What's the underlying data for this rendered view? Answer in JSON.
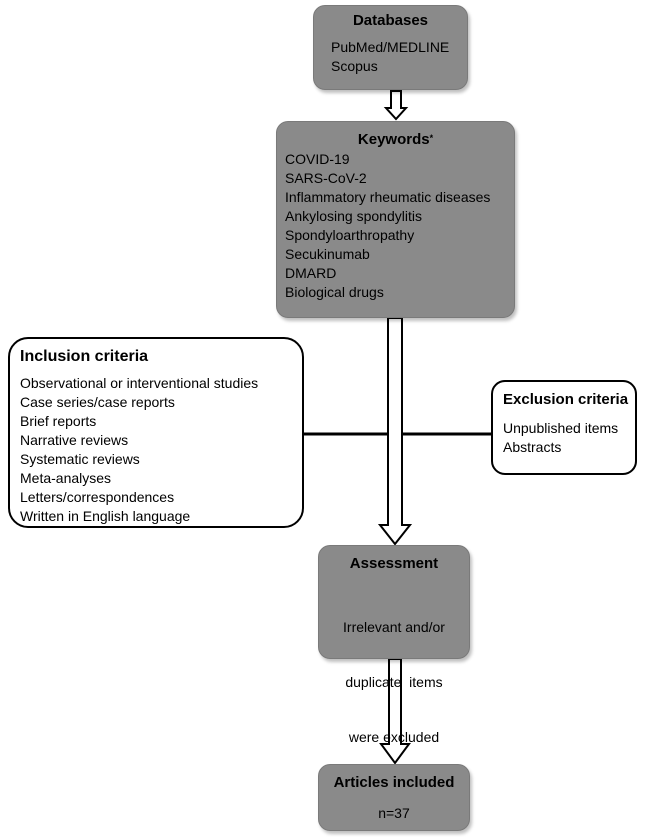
{
  "databases": {
    "title": "Databases",
    "items": [
      "PubMed/MEDLINE",
      "Scopus"
    ]
  },
  "keywords": {
    "title": "Keywords",
    "marker": "*",
    "items": [
      "COVID-19",
      "SARS-CoV-2",
      "Inflammatory rheumatic diseases",
      "Ankylosing spondylitis",
      "Spondyloarthropathy",
      "Secukinumab",
      "DMARD",
      "Biological drugs"
    ]
  },
  "inclusion": {
    "title": "Inclusion criteria",
    "items": [
      "Observational or interventional studies",
      "Case series/case reports",
      "Brief reports",
      "Narrative reviews",
      "Systematic reviews",
      "Meta-analyses",
      "Letters/correspondences",
      "Written in English language"
    ]
  },
  "exclusion": {
    "title": "Exclusion criteria",
    "items": [
      "Unpublished items",
      "Abstracts"
    ]
  },
  "assessment": {
    "title": "Assessment",
    "lines": [
      "Irrelevant and/or",
      "duplicate  items",
      "were excluded"
    ]
  },
  "articles": {
    "title": "Articles included",
    "count": "n=37"
  },
  "colors": {
    "gray_box": "#8a8a8a",
    "white_box": "#ffffff",
    "line": "#000000"
  }
}
